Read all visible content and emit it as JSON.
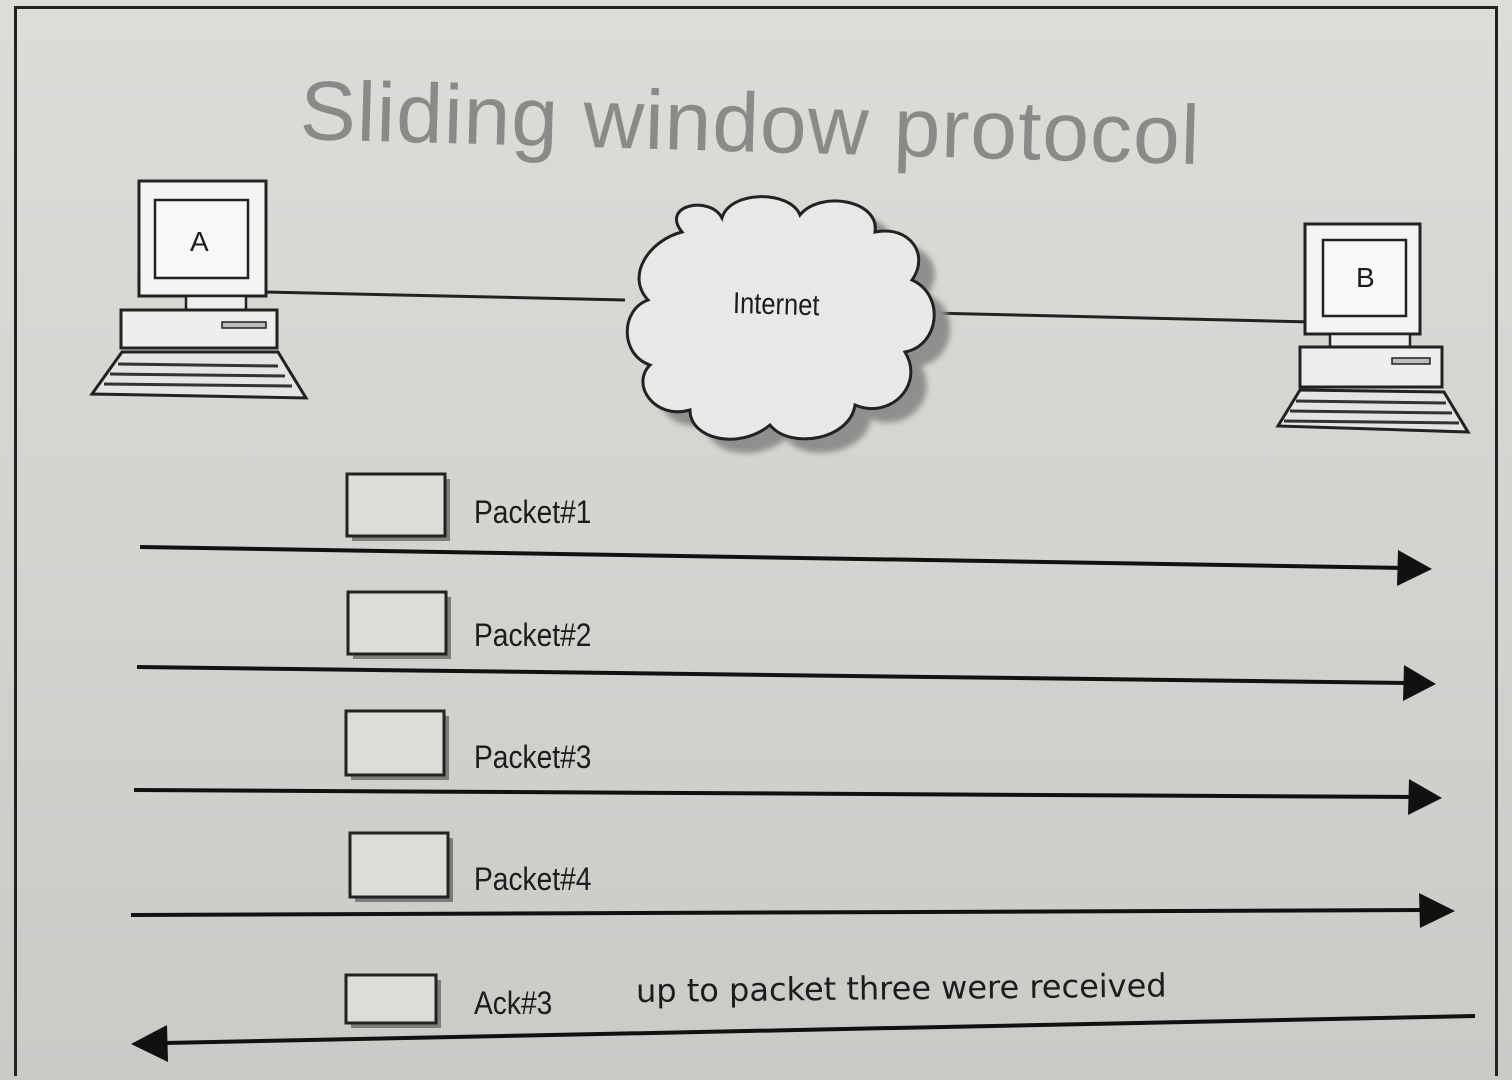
{
  "title": "Sliding window protocol",
  "computers": {
    "a": {
      "label": "A"
    },
    "b": {
      "label": "B"
    }
  },
  "network": {
    "label": "Internet"
  },
  "messages": [
    {
      "label": "Packet#1",
      "direction": "A-to-B"
    },
    {
      "label": "Packet#2",
      "direction": "A-to-B"
    },
    {
      "label": "Packet#3",
      "direction": "A-to-B"
    },
    {
      "label": "Packet#4",
      "direction": "A-to-B"
    },
    {
      "label": "Ack#3",
      "direction": "B-to-A"
    }
  ],
  "ack_note": "up to packet three were received"
}
